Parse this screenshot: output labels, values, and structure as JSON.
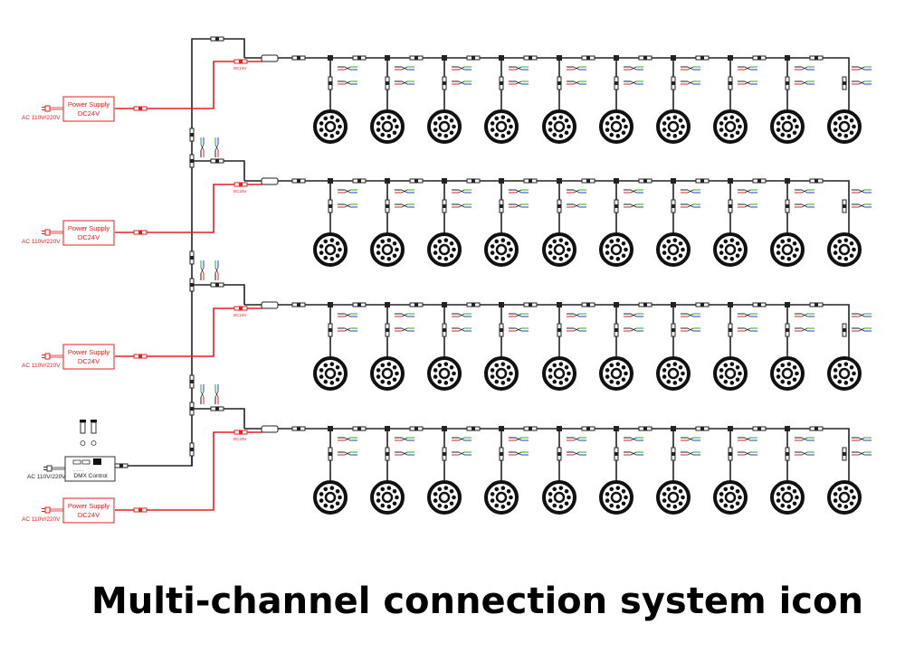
{
  "title": "Multi-channel connection system icon",
  "colors": {
    "power_wire": "#e02020",
    "signal_wire": "#222222",
    "green_wire": "#2aa82a",
    "blue_wire": "#1f3fd0",
    "red_wire": "#e02020"
  },
  "power_supply": {
    "label_line1": "Power Supply",
    "label_line2": "DC24V",
    "input_label": "AC 110V/220V",
    "count": 4
  },
  "dmx_controller": {
    "label": "DMX Control",
    "input_label": "AC 110V/220V"
  },
  "channels": [
    {
      "lamps": 10
    },
    {
      "lamps": 10
    },
    {
      "lamps": 10
    },
    {
      "lamps": 10
    }
  ],
  "icons": [
    "plug-icon",
    "connector-icon",
    "t-connector-icon",
    "injector-module-icon",
    "underwater-lamp-icon",
    "wire-splice-icon"
  ]
}
